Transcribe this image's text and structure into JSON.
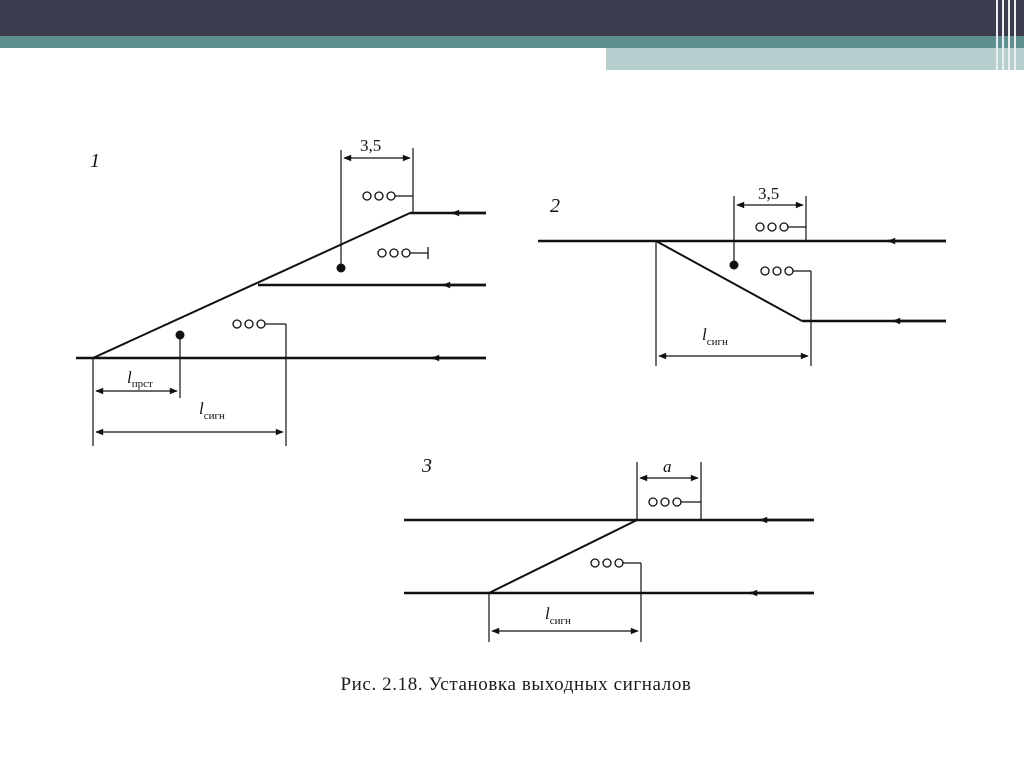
{
  "figures": [
    {
      "number": "1",
      "dim_top": "3,5",
      "dim_prst": "l",
      "dim_prst_sub": "прст",
      "dim_sign": "l",
      "dim_sign_sub": "сигн"
    },
    {
      "number": "2",
      "dim_top": "3,5",
      "dim_sign": "l",
      "dim_sign_sub": "сигн"
    },
    {
      "number": "3",
      "dim_top": "a",
      "dim_sign": "l",
      "dim_sign_sub": "сигн"
    }
  ],
  "caption": "Рис. 2.18. Установка выходных сигналов",
  "colors": {
    "header_dark": "#3b3d4f",
    "header_teal": "#5f8f8f",
    "header_light": "#b5cdcc",
    "ink": "#111111"
  }
}
